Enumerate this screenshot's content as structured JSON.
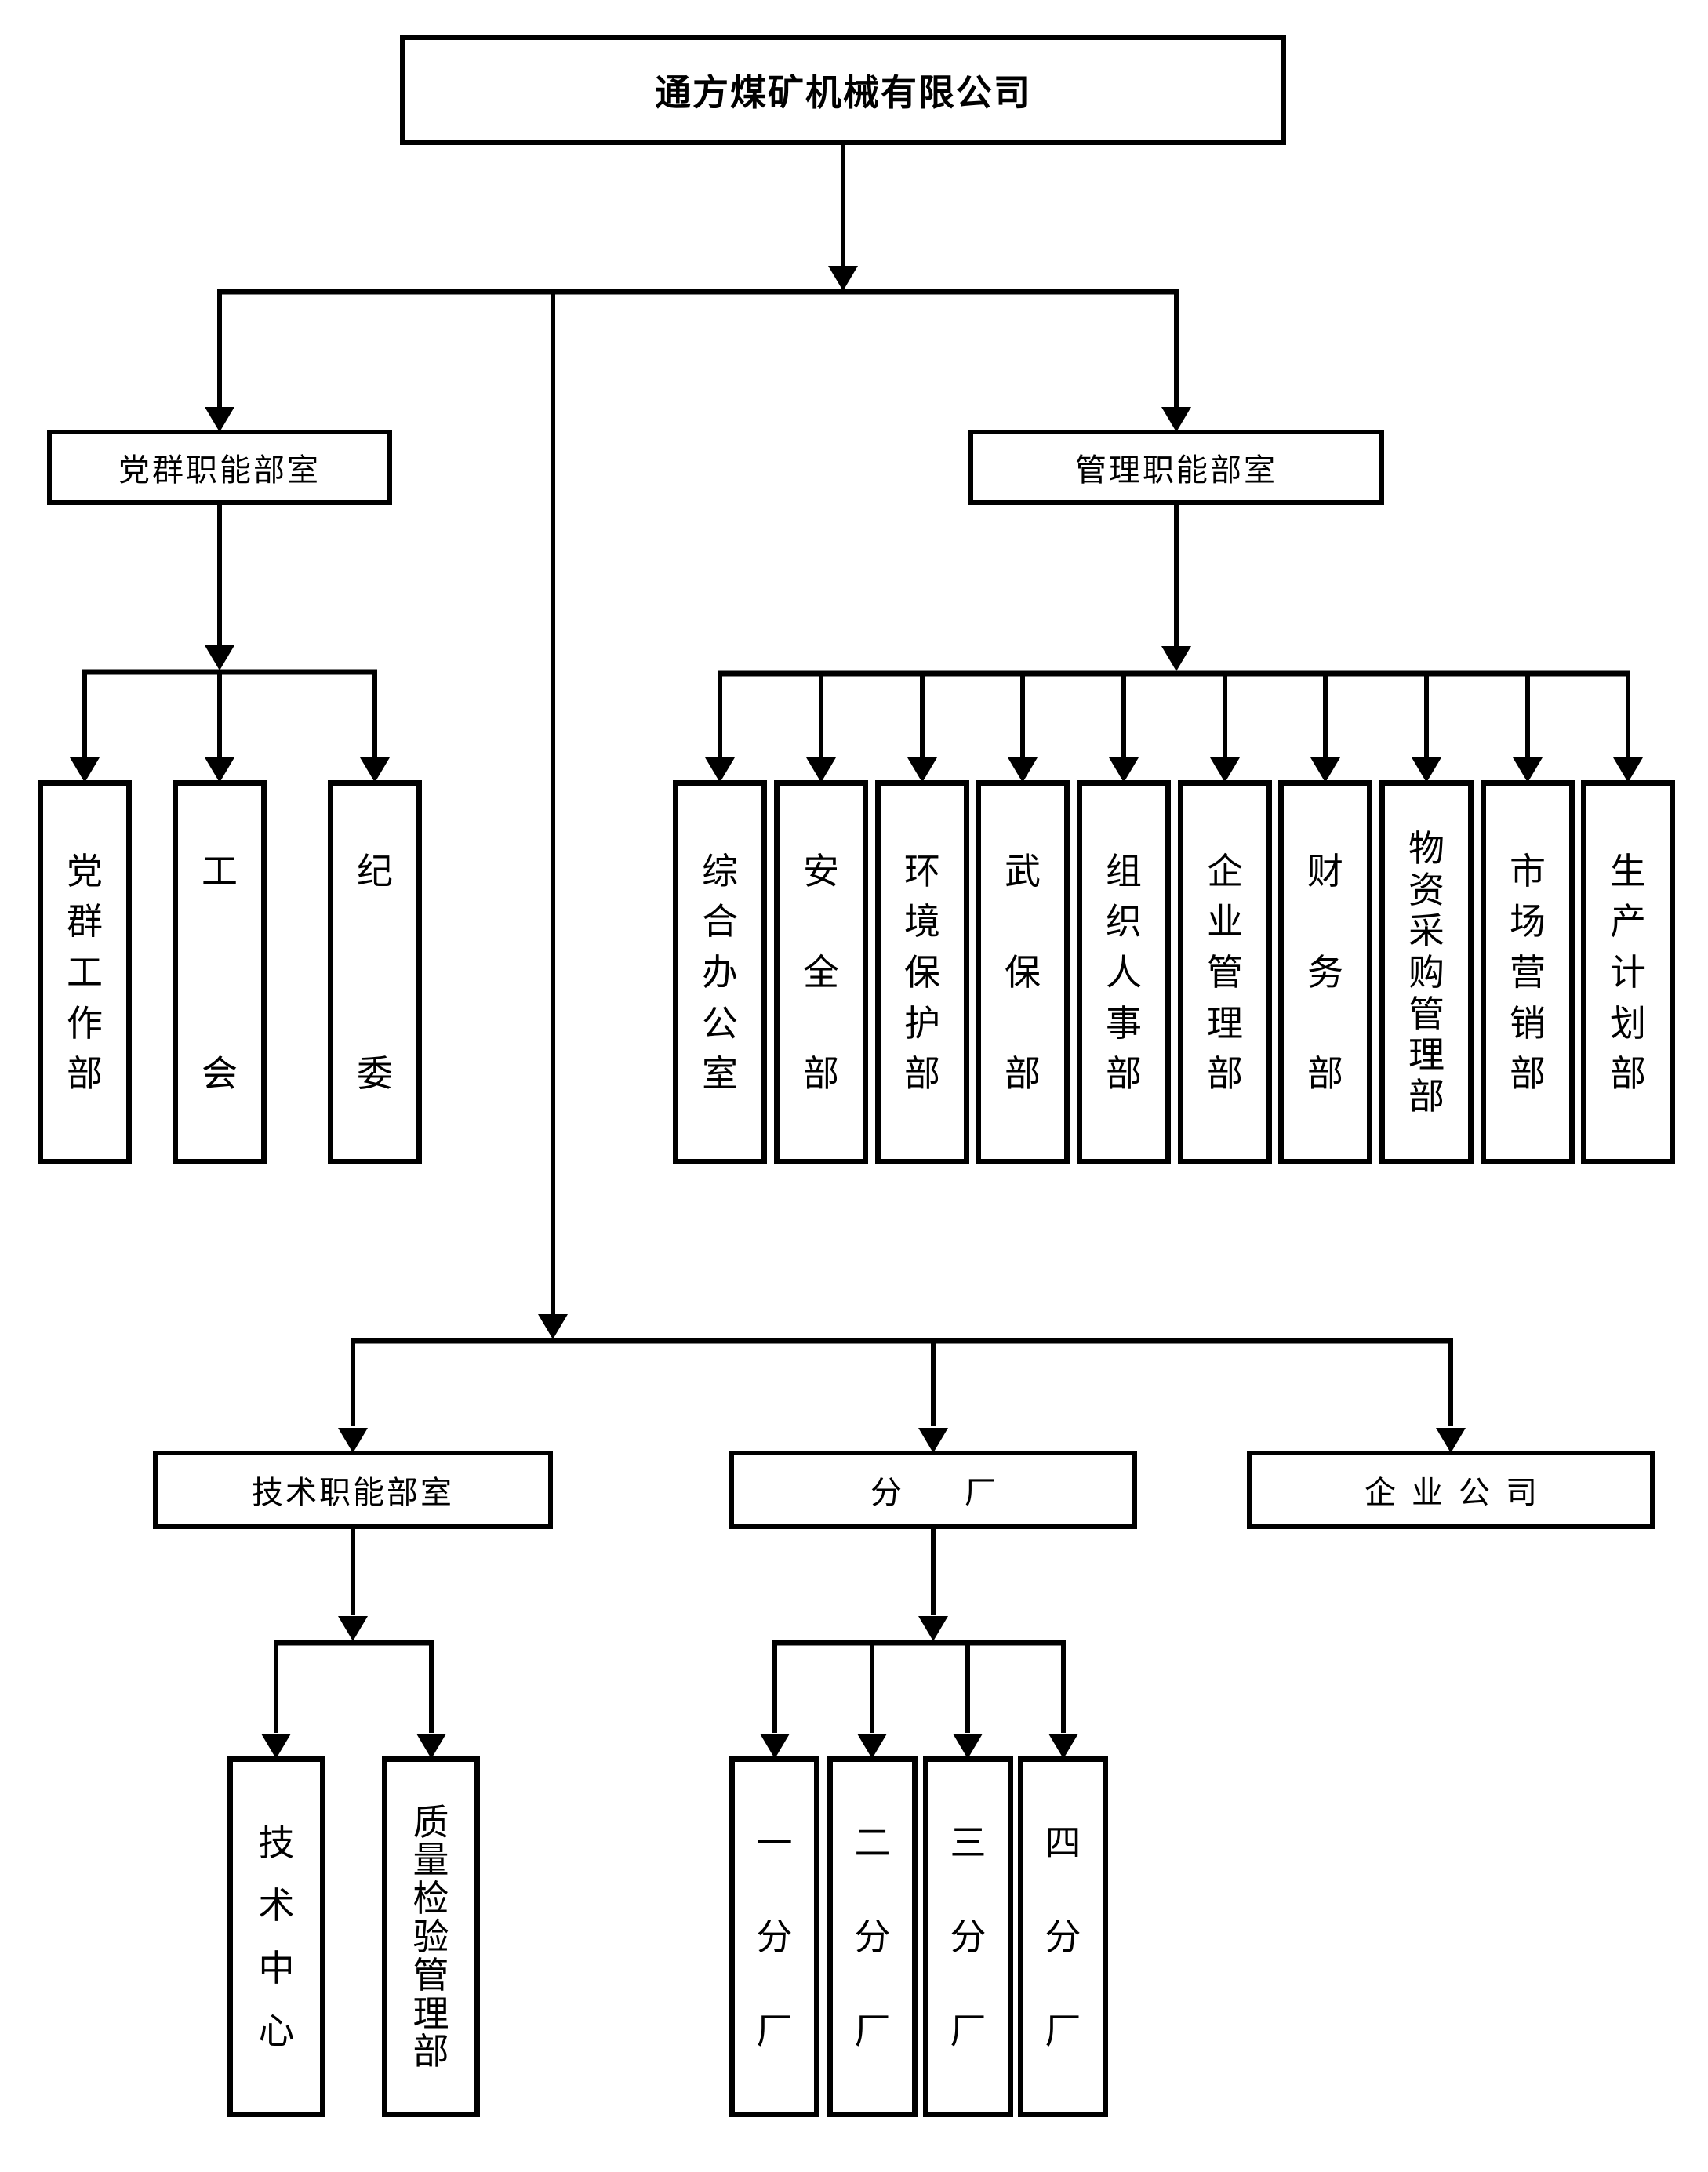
{
  "page": {
    "background_color": "#ffffff",
    "line_color": "#000000"
  },
  "org_chart": {
    "nodes": {
      "company": {
        "label": "通方煤矿机械有限公司"
      },
      "dangqun": {
        "label": "党群职能部室"
      },
      "guanli": {
        "label": "管理职能部室"
      },
      "jishu": {
        "label": "技术职能部室"
      },
      "fenchang": {
        "label": "分厂"
      },
      "qiye": {
        "label": "企业公司"
      },
      "dangqun_children": [
        "党群工作部",
        "工会",
        "纪委"
      ],
      "guanli_children": [
        "综合办公室",
        "安全部",
        "环境保护部",
        "武保部",
        "组织人事部",
        "企业管理部",
        "财务部",
        "物资采购管理部",
        "市场营销部",
        "生产计划部"
      ],
      "jishu_children": [
        "技术中心",
        "质量检验管理部"
      ],
      "fenchang_children": [
        "一分厂",
        "二分厂",
        "三分厂",
        "四分厂"
      ]
    }
  }
}
